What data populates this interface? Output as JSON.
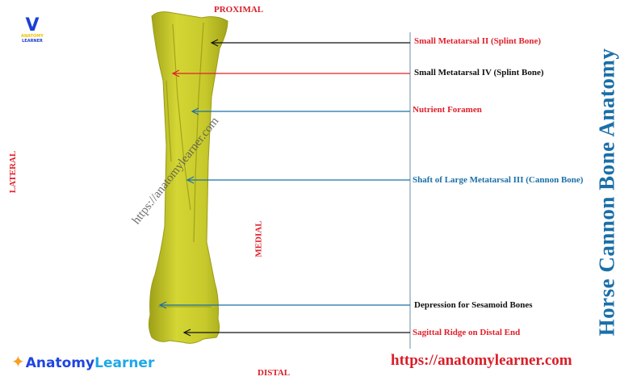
{
  "title": "Horse Cannon Bone Anatomy",
  "orientation": {
    "proximal": "PROXIMAL",
    "distal": "DISTAL",
    "lateral": "LATERAL",
    "medial": "MEDIAL"
  },
  "labels": [
    {
      "text": "Small Metatarsal II (Splint Bone)",
      "color": "#e0202a",
      "arrow_color": "#111111"
    },
    {
      "text": "Small Metatarsal IV (Splint Bone)",
      "color": "#111111",
      "arrow_color": "#e0202a"
    },
    {
      "text": "Nutrient Foramen",
      "color": "#e0202a",
      "arrow_color": "#1a6fa8"
    },
    {
      "text": "Shaft of Large Metatarsal III (Cannon Bone)",
      "color": "#1a6fa8",
      "arrow_color": "#1a6fa8"
    },
    {
      "text": "Depression for Sesamoid Bones",
      "color": "#111111",
      "arrow_color": "#1a6fa8"
    },
    {
      "text": "Sagittal Ridge on Distal End",
      "color": "#e0202a",
      "arrow_color": "#111111"
    }
  ],
  "watermark": "https://anatomylearner.com",
  "url": "https://anatomylearner.com",
  "logo": {
    "brand_part1": "Anatomy",
    "brand_part2": "Learner",
    "small_mark": "V",
    "small_line1": "ANATOMY",
    "small_line2": "LEARNER"
  },
  "colors": {
    "bone": "#c9cc2a",
    "title": "#1a6fa8",
    "accent_red": "#e0202a"
  }
}
